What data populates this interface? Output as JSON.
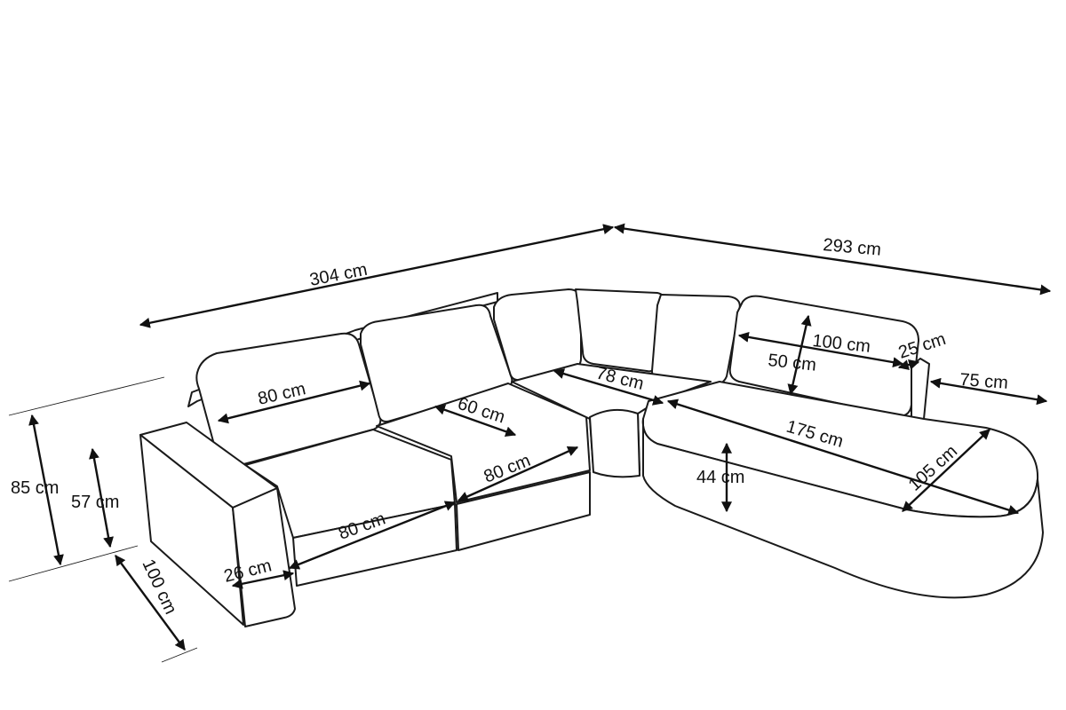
{
  "dimensions": {
    "total_width_left": "304 cm",
    "total_width_right": "293 cm",
    "height_total": "85 cm",
    "height_seat": "57 cm",
    "depth": "100 cm",
    "armrest_width": "26 cm",
    "backrest_cushion_left": "80 cm",
    "seat_width_left_front": "80 cm",
    "seat_depth": "60 cm",
    "seat_width_middle": "80 cm",
    "corner_depth": "78 cm",
    "backrest_cushion_right": "100 cm",
    "backrest_cushion_height": "50 cm",
    "backrest_thickness": "25 cm",
    "chaise_back_width": "75 cm",
    "chaise_length": "175 cm",
    "chaise_width": "105 cm",
    "chaise_seat_height": "44 cm"
  },
  "colors": {
    "line": "#1a1a1a",
    "background": "#ffffff"
  }
}
